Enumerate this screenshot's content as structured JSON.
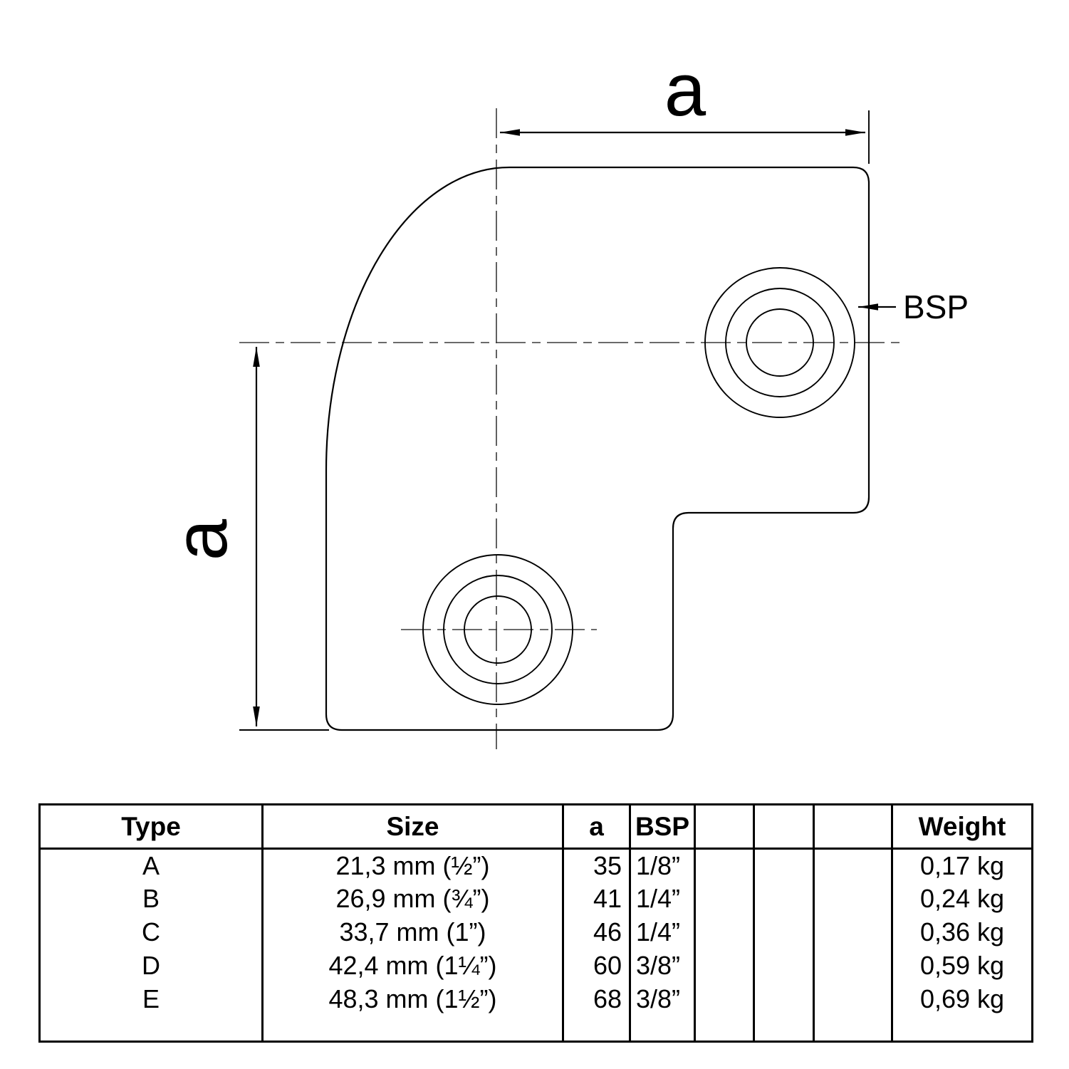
{
  "drawing": {
    "dim_top_label": "a",
    "dim_left_label": "a",
    "bsp_label": "BSP"
  },
  "table": {
    "headers": {
      "type": "Type",
      "size": "Size",
      "a": "a",
      "bsp": "BSP",
      "weight": "Weight"
    },
    "rows": [
      {
        "type": "A",
        "size": "21,3 mm (½”)",
        "a": "35",
        "bsp": "1/8”",
        "weight": "0,17 kg"
      },
      {
        "type": "B",
        "size": "26,9 mm (¾”)",
        "a": "41",
        "bsp": "1/4”",
        "weight": "0,24 kg"
      },
      {
        "type": "C",
        "size": "33,7 mm (1”)",
        "a": "46",
        "bsp": "1/4”",
        "weight": "0,36 kg"
      },
      {
        "type": "D",
        "size": "42,4 mm (1¼”)",
        "a": "60",
        "bsp": "3/8”",
        "weight": "0,59 kg"
      },
      {
        "type": "E",
        "size": "48,3 mm (1½”)",
        "a": "68",
        "bsp": "3/8”",
        "weight": "0,69 kg"
      }
    ]
  }
}
